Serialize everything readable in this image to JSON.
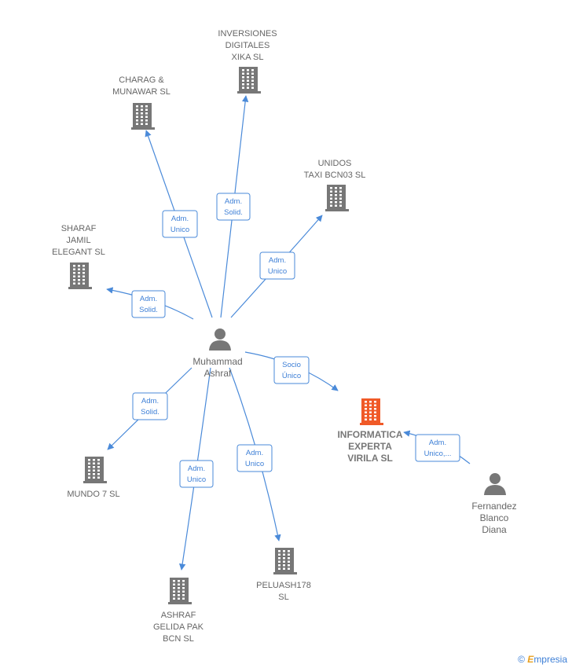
{
  "nodes": [
    {
      "id": "center",
      "type": "person",
      "lines": [
        "Muhammad",
        "Ashraf"
      ],
      "color": "#777777"
    },
    {
      "id": "inversiones",
      "type": "company",
      "lines": [
        "INVERSIONES",
        "DIGITALES",
        "XIKA  SL"
      ],
      "color": "#777777"
    },
    {
      "id": "charag",
      "type": "company",
      "lines": [
        "CHARAG &",
        "MUNAWAR  SL"
      ],
      "color": "#777777"
    },
    {
      "id": "unidos",
      "type": "company",
      "lines": [
        "UNIDOS",
        "TAXI BCN03  SL"
      ],
      "color": "#777777"
    },
    {
      "id": "sharaf",
      "type": "company",
      "lines": [
        "SHARAF",
        "JAMIL",
        "ELEGANT SL"
      ],
      "color": "#777777"
    },
    {
      "id": "informatica",
      "type": "company",
      "lines": [
        "INFORMATICA",
        "EXPERTA",
        "VIRILA  SL"
      ],
      "color": "#f05a28",
      "focus": true
    },
    {
      "id": "mundo",
      "type": "company",
      "lines": [
        "MUNDO 7  SL"
      ],
      "color": "#777777"
    },
    {
      "id": "ashrafgelida",
      "type": "company",
      "lines": [
        "ASHRAF",
        "GELIDA PAK",
        "BCN  SL"
      ],
      "color": "#777777"
    },
    {
      "id": "peluash",
      "type": "company",
      "lines": [
        "PELUASH178",
        "SL"
      ],
      "color": "#777777"
    },
    {
      "id": "fernandez",
      "type": "person",
      "lines": [
        "Fernandez",
        "Blanco",
        "Diana"
      ],
      "color": "#777777"
    }
  ],
  "edges": [
    {
      "id": "e-inversiones",
      "from": "center",
      "to": "inversiones",
      "label": [
        "Adm.",
        "Solid."
      ]
    },
    {
      "id": "e-charag",
      "from": "center",
      "to": "charag",
      "label": [
        "Adm.",
        "Unico"
      ]
    },
    {
      "id": "e-unidos",
      "from": "center",
      "to": "unidos",
      "label": [
        "Adm.",
        "Unico"
      ]
    },
    {
      "id": "e-sharaf",
      "from": "center",
      "to": "sharaf",
      "label": [
        "Adm.",
        "Solid."
      ]
    },
    {
      "id": "e-informatica",
      "from": "center",
      "to": "informatica",
      "label": [
        "Socio",
        "Único"
      ]
    },
    {
      "id": "e-mundo",
      "from": "center",
      "to": "mundo",
      "label": [
        "Adm.",
        "Solid."
      ]
    },
    {
      "id": "e-ashrafgelida",
      "from": "center",
      "to": "ashrafgelida",
      "label": [
        "Adm.",
        "Unico"
      ]
    },
    {
      "id": "e-peluash",
      "from": "center",
      "to": "peluash",
      "label": [
        "Adm.",
        "Unico"
      ]
    },
    {
      "id": "e-fernandez",
      "from": "fernandez",
      "to": "informatica",
      "label": [
        "Adm.",
        "Unico,..."
      ]
    }
  ],
  "colors": {
    "edge": "#4a8ad9",
    "label_text": "#3d7fd6",
    "company": "#777777",
    "focus_company": "#f05a28"
  },
  "icons": {
    "company": "building-icon",
    "person": "person-icon"
  },
  "watermark": {
    "symbol": "©",
    "brand_initial": "E",
    "brand_rest": "mpresia"
  }
}
